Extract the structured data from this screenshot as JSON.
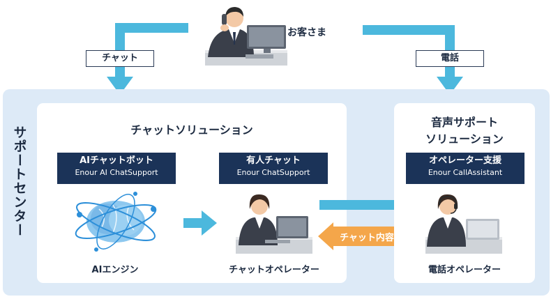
{
  "customer": {
    "label": "お客さま"
  },
  "channels": {
    "chat_label": "チャット",
    "phone_label": "電話"
  },
  "support_center": {
    "title": "サポートセンター"
  },
  "chat_solution": {
    "title": "チャットソリューション",
    "ai_bot": {
      "name": "AIチャットボット",
      "product": "Enour AI ChatSupport"
    },
    "human_chat": {
      "name": "有人チャット",
      "product": "Enour ChatSupport"
    },
    "ai_engine_caption": "AIエンジン",
    "chat_operator_caption": "チャットオペレーター"
  },
  "voice_solution": {
    "title_line1": "音声サポート",
    "title_line2": "ソリューション",
    "assist": {
      "name": "オペレーター支援",
      "product": "Enour CallAssistant"
    },
    "phone_operator_caption": "電話オペレーター"
  },
  "reference_arrow": {
    "label": "チャット内容参照"
  },
  "colors": {
    "arrow": "#4cb8dd",
    "badge": "#1b3358",
    "panel": "#ddeaf7",
    "reference_arrow": "#f4a64a"
  }
}
